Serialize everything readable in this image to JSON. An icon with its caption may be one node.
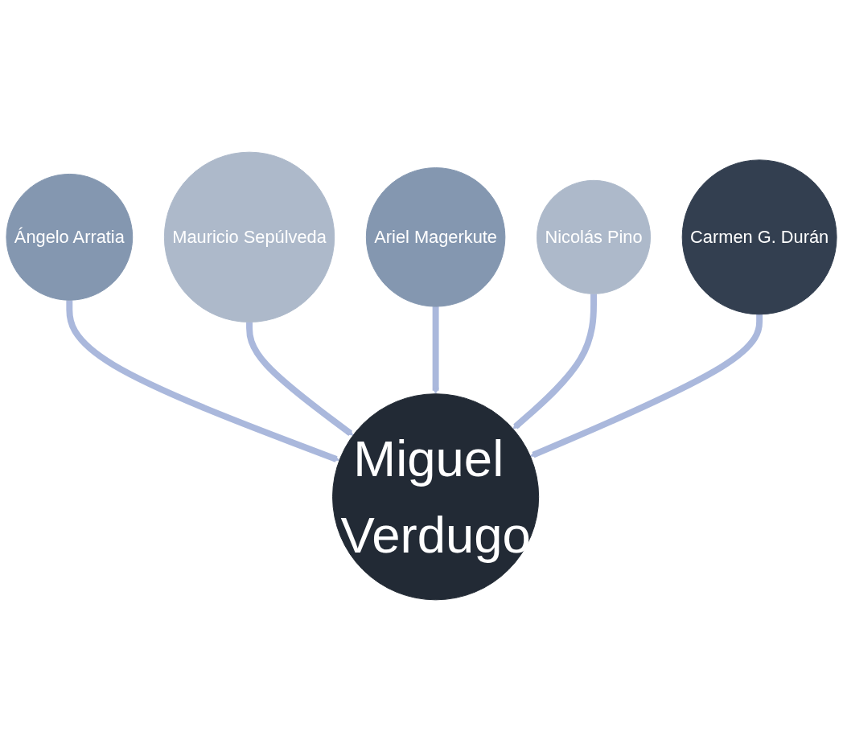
{
  "diagram": {
    "nodes": [
      {
        "text": [
          "Ángelo Arratia"
        ]
      },
      {
        "text": [
          "Mauricio Sepúlveda"
        ]
      },
      {
        "text": [
          "Ariel Magerkute"
        ]
      },
      {
        "text": [
          "Miguel Verdugo"
        ]
      },
      {
        "text": [
          "Nicolás Pino"
        ]
      },
      {
        "text": [
          "Carmen G. Durán"
        ]
      }
    ],
    "edges": [
      {
        "from": 0,
        "to": 3,
        "arrow": "to"
      },
      {
        "from": 1,
        "to": 3,
        "arrow": "to"
      },
      {
        "from": 2,
        "to": 3,
        "arrow": "to"
      },
      {
        "from": 4,
        "to": 3,
        "arrow": "to"
      },
      {
        "from": 5,
        "to": 3,
        "arrow": "to"
      }
    ]
  }
}
